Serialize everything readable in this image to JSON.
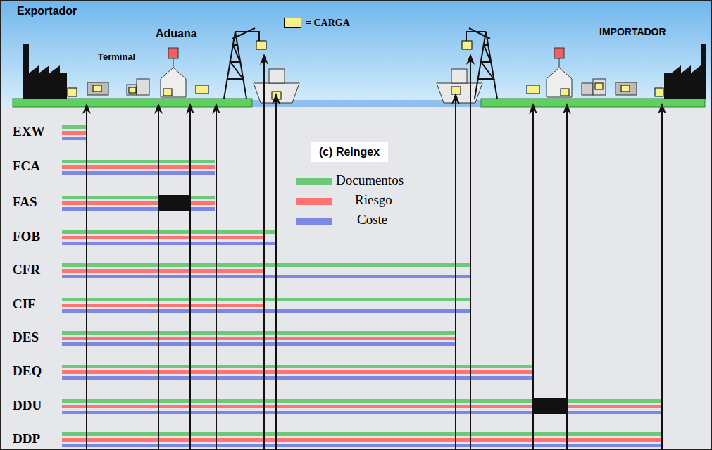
{
  "diagram": {
    "nodes": [
      {
        "text": [
          "(c) Reingex"
        ]
      }
    ],
    "labels": [
      "Exportador",
      "Aduana",
      "Terminal",
      "IMPORTADOR",
      "EXW",
      "FCA",
      "FAS",
      "FOB",
      "CFR",
      "CIF",
      "DES",
      "DEQ",
      "DDU",
      "DDP"
    ],
    "legend": [
      {
        "text": "= CARGA",
        "color": "#f8f08a"
      },
      {
        "text": "Documentos",
        "color": "#6cc97a"
      },
      {
        "text": "Riesgo",
        "color": "#ff7373"
      },
      {
        "text": "Coste",
        "color": "#7c88e4"
      }
    ]
  }
}
